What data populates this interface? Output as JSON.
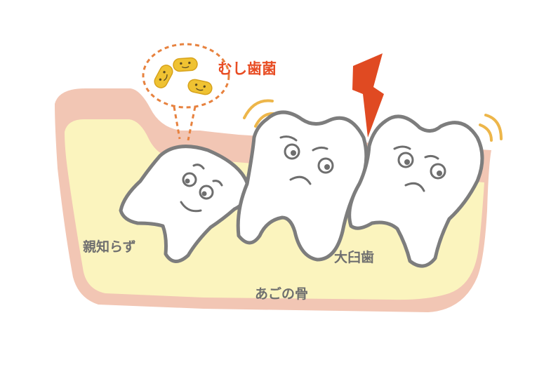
{
  "labels": {
    "cavity_bacteria": "むし歯菌",
    "wisdom_tooth": "親知らず",
    "molar": "大臼歯",
    "jaw_bone": "あごの骨"
  },
  "colors": {
    "bone_fill": "#FBF4BE",
    "gum_pink": "#F2C6B4",
    "tooth_fill": "#FFFFFF",
    "tooth_outline": "#7D7D7D",
    "face_gray": "#6E6E6E",
    "bacteria_yellow": "#EFC232",
    "bacteria_outline": "#D7A21B",
    "bubble_orange": "#E7823F",
    "lightning_red": "#E04A22",
    "motion_yellow": "#EDB64A",
    "accent_red": "#E84D24",
    "label_gray": "#6F6F6F"
  }
}
